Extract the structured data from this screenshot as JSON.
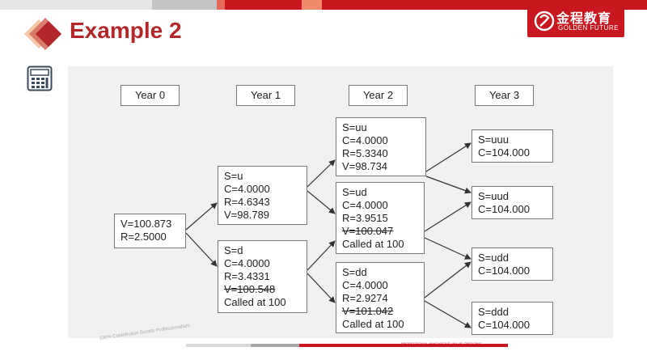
{
  "header": {
    "title": "Example 2"
  },
  "logo": {
    "cn": "金程教育",
    "en": "GOLDEN FUTURE"
  },
  "footer": {
    "tagline": "PROFESSIONAL·INNOVATIVE·VALUE CREATING",
    "watermark": "100% Contribution Boosts Professionalism"
  },
  "colors": {
    "accent": "#b3272a",
    "brand": "#c8171e"
  },
  "years": [
    "Year 0",
    "Year 1",
    "Year 2",
    "Year 3"
  ],
  "nodes": {
    "root": [
      "V=100.873",
      "R=2.5000"
    ],
    "u": [
      "S=u",
      "C=4.0000",
      "R=4.6343",
      "V=98.789"
    ],
    "d": [
      "S=d",
      "C=4.0000",
      "R=3.4331",
      "V=100.548",
      "Called at 100"
    ],
    "uu": [
      "S=uu",
      "C=4.0000",
      "R=5.3340",
      "V=98.734"
    ],
    "ud": [
      "S=ud",
      "C=4.0000",
      "R=3.9515",
      "V=100.047",
      "Called at 100"
    ],
    "dd": [
      "S=dd",
      "C=4.0000",
      "R=2.9274",
      "V=101.042",
      "Called at 100"
    ],
    "uuu": [
      "S=uuu",
      "C=104.000"
    ],
    "uud": [
      "S=uud",
      "C=104.000"
    ],
    "udd": [
      "S=udd",
      "C=104.000"
    ],
    "ddd": [
      "S=ddd",
      "C=104.000"
    ]
  }
}
